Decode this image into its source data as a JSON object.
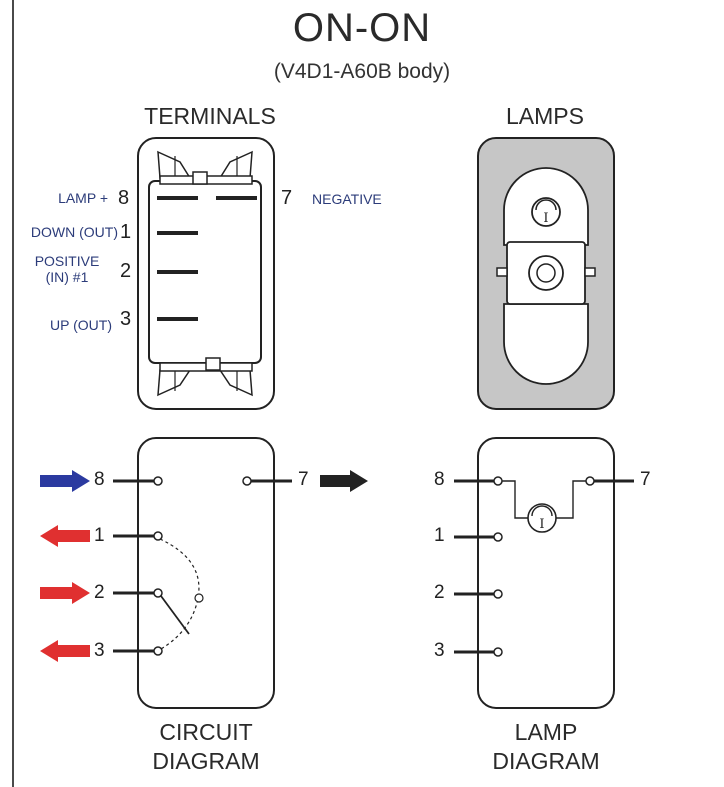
{
  "title": "ON-ON",
  "subtitle": "(V4D1-A60B body)",
  "sections": {
    "terminals": "TERMINALS",
    "lamps": "LAMPS"
  },
  "terminals": {
    "lamp_plus": {
      "label": "LAMP +",
      "num": "8"
    },
    "down_out": {
      "label": "DOWN (OUT)",
      "num": "1"
    },
    "positive_in": {
      "label_line1": "POSITIVE",
      "label_line2": "(IN) #1",
      "num": "2"
    },
    "up_out": {
      "label": "UP (OUT)",
      "num": "3"
    },
    "negative": {
      "label": "NEGATIVE",
      "num": "7"
    }
  },
  "circuit_diagram": {
    "pins": [
      "8",
      "1",
      "2",
      "3",
      "7"
    ],
    "caption_line1": "CIRCUIT",
    "caption_line2": "DIAGRAM",
    "arrow_colors": {
      "in": "#2b3aa0",
      "out": "#e03030",
      "negative": "#222222"
    }
  },
  "lamp_diagram": {
    "pins": [
      "8",
      "1",
      "2",
      "3",
      "7"
    ],
    "caption_line1": "LAMP",
    "caption_line2": "DIAGRAM",
    "lamp_symbol": "I"
  },
  "colors": {
    "lamp_body": "#c6c6c6",
    "text_blue": "#2c3c7a",
    "line": "#222222"
  }
}
